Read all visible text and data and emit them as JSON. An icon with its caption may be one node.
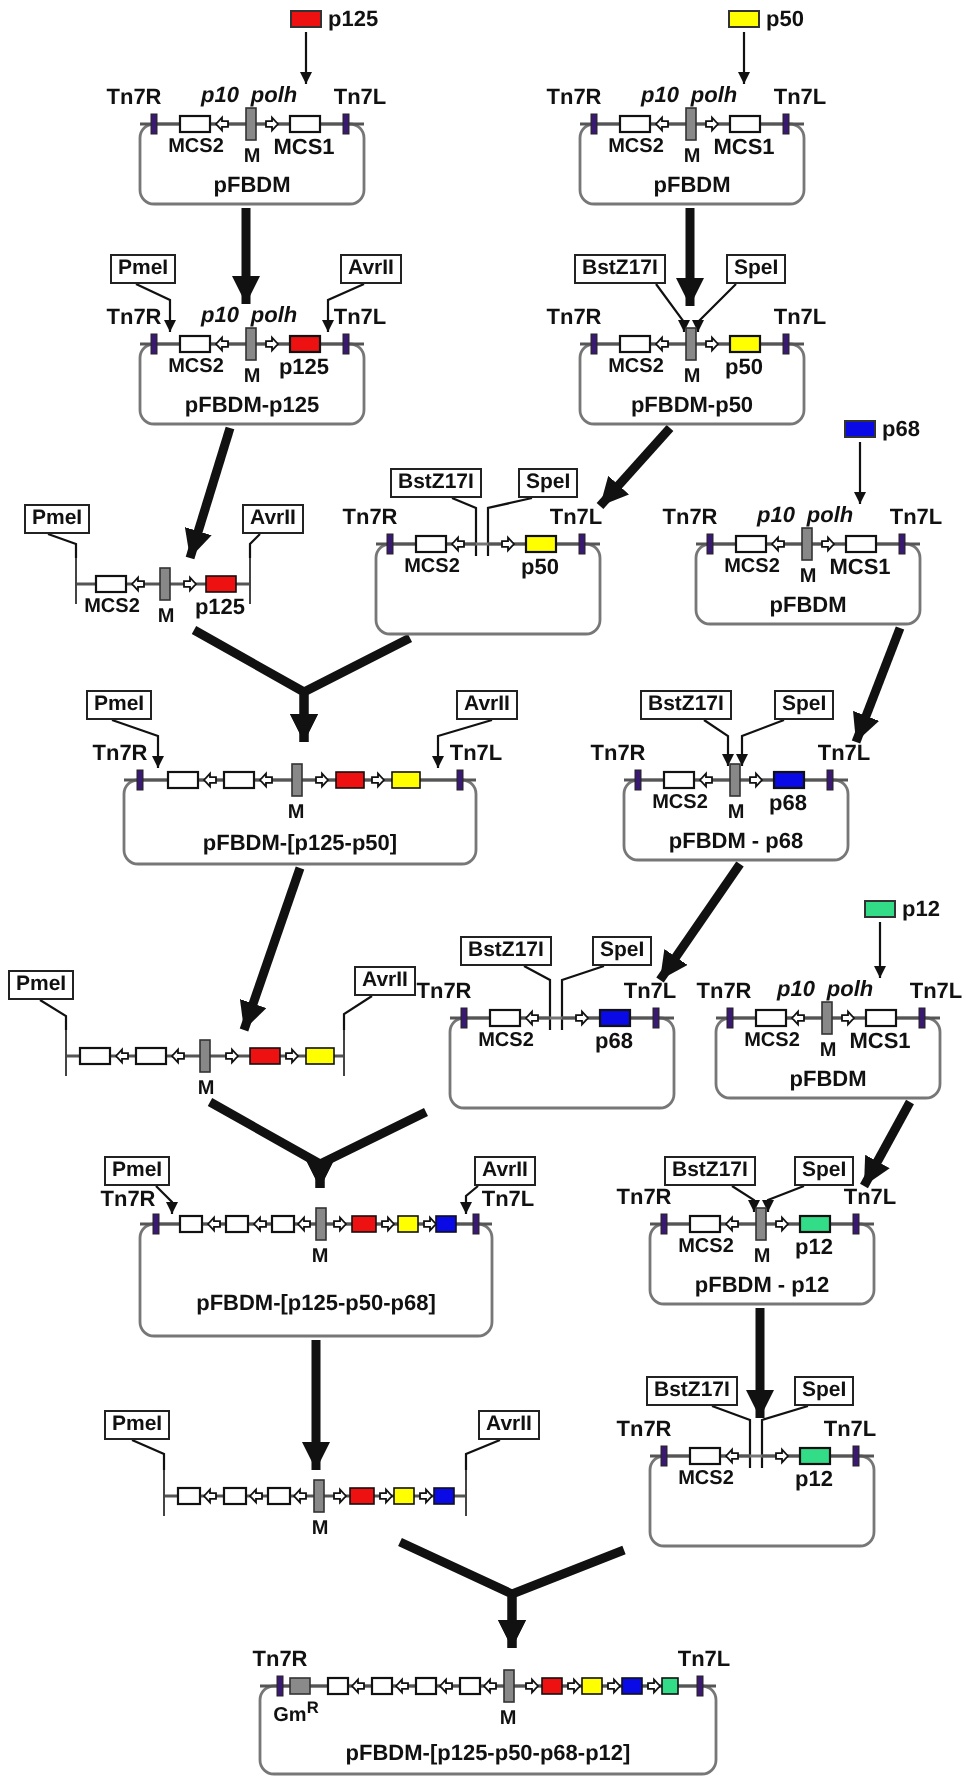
{
  "diagram": {
    "nodes": [
      {
        "text": [
          "p125"
        ]
      },
      {
        "text": [
          "p50"
        ]
      },
      {
        "text": [
          "Tn7R",
          "p10",
          "polh",
          "Tn7L",
          "MCS2",
          "M",
          "MCS1",
          "pFBDM"
        ]
      },
      {
        "text": [
          "Tn7R",
          "p10",
          "polh",
          "Tn7L",
          "MCS2",
          "M",
          "MCS1",
          "pFBDM"
        ]
      },
      {
        "text": [
          "PmeI"
        ]
      },
      {
        "text": [
          "AvrII"
        ]
      },
      {
        "text": [
          "BstZ17I"
        ]
      },
      {
        "text": [
          "SpeI"
        ]
      },
      {
        "text": [
          "Tn7R",
          "p10",
          "polh",
          "Tn7L",
          "MCS2",
          "M",
          "p125",
          "pFBDM-p125"
        ]
      },
      {
        "text": [
          "Tn7R",
          "Tn7L",
          "MCS2",
          "M",
          "p50",
          "pFBDM-p50"
        ]
      },
      {
        "text": [
          "p68"
        ]
      },
      {
        "text": [
          "PmeI"
        ]
      },
      {
        "text": [
          "AvrII"
        ]
      },
      {
        "text": [
          "MCS2",
          "M",
          "p125"
        ]
      },
      {
        "text": [
          "BstZ17I"
        ]
      },
      {
        "text": [
          "SpeI"
        ]
      },
      {
        "text": [
          "Tn7R",
          "Tn7L",
          "MCS2",
          "p50"
        ]
      },
      {
        "text": [
          "Tn7R",
          "p10",
          "polh",
          "Tn7L",
          "MCS2",
          "M",
          "MCS1",
          "pFBDM"
        ]
      },
      {
        "text": [
          "PmeI"
        ]
      },
      {
        "text": [
          "AvrII"
        ]
      },
      {
        "text": [
          "BstZ17I"
        ]
      },
      {
        "text": [
          "SpeI"
        ]
      },
      {
        "text": [
          "Tn7R",
          "Tn7L",
          "M",
          "pFBDM-[p125-p50]"
        ]
      },
      {
        "text": [
          "Tn7R",
          "Tn7L",
          "MCS2",
          "M",
          "p68",
          "pFBDM - p68"
        ]
      },
      {
        "text": [
          "PmeI"
        ]
      },
      {
        "text": [
          "AvrII"
        ]
      },
      {
        "text": [
          "M"
        ]
      },
      {
        "text": [
          "BstZ17I"
        ]
      },
      {
        "text": [
          "SpeI"
        ]
      },
      {
        "text": [
          "Tn7R",
          "Tn7L",
          "MCS2",
          "p68"
        ]
      },
      {
        "text": [
          "p12"
        ]
      },
      {
        "text": [
          "Tn7R",
          "p10",
          "polh",
          "Tn7L",
          "MCS2",
          "M",
          "MCS1",
          "pFBDM"
        ]
      },
      {
        "text": [
          "PmeI"
        ]
      },
      {
        "text": [
          "AvrII"
        ]
      },
      {
        "text": [
          "BstZ17I"
        ]
      },
      {
        "text": [
          "SpeI"
        ]
      },
      {
        "text": [
          "Tn7R",
          "Tn7L",
          "M",
          "pFBDM-[p125-p50-p68]"
        ]
      },
      {
        "text": [
          "Tn7R",
          "Tn7L",
          "MCS2",
          "M",
          "p12",
          "pFBDM - p12"
        ]
      },
      {
        "text": [
          "PmeI"
        ]
      },
      {
        "text": [
          "AvrII"
        ]
      },
      {
        "text": [
          "M"
        ]
      },
      {
        "text": [
          "BstZ17I"
        ]
      },
      {
        "text": [
          "SpeI"
        ]
      },
      {
        "text": [
          "Tn7R",
          "Tn7L",
          "MCS2",
          "p12"
        ]
      },
      {
        "text": [
          "Tn7R",
          "Tn7L",
          "Gm$^{R}$",
          "M",
          "pFBDM-[p125-p50-p68-p12]"
        ]
      }
    ],
    "edges": [
      {
        "from": 0,
        "to": 2,
        "arrow": "to"
      },
      {
        "from": 1,
        "to": 3,
        "arrow": "to"
      },
      {
        "from": 2,
        "to": 8,
        "arrow": "to",
        "style": "thick"
      },
      {
        "from": 3,
        "to": 9,
        "arrow": "to",
        "style": "thick"
      },
      {
        "from": 4,
        "to": 8,
        "arrow": "to"
      },
      {
        "from": 5,
        "to": 8,
        "arrow": "to"
      },
      {
        "from": 6,
        "to": 9,
        "arrow": "to"
      },
      {
        "from": 7,
        "to": 9,
        "arrow": "to"
      },
      {
        "from": 8,
        "to": 13,
        "arrow": "to",
        "style": "thick"
      },
      {
        "from": 9,
        "to": 16,
        "arrow": "to",
        "style": "thick"
      },
      {
        "from": 10,
        "to": 17,
        "arrow": "to"
      },
      {
        "from": 11,
        "to": 13,
        "arrow": "none"
      },
      {
        "from": 12,
        "to": 13,
        "arrow": "none"
      },
      {
        "from": 14,
        "to": 16,
        "arrow": "none"
      },
      {
        "from": 15,
        "to": 16,
        "arrow": "none"
      },
      {
        "from": 13,
        "to": 22,
        "arrow": "to",
        "style": "thick"
      },
      {
        "from": 16,
        "to": 22,
        "arrow": "to",
        "style": "thick"
      },
      {
        "from": 17,
        "to": 23,
        "arrow": "to",
        "style": "thick"
      },
      {
        "from": 18,
        "to": 22,
        "arrow": "to"
      },
      {
        "from": 19,
        "to": 22,
        "arrow": "to"
      },
      {
        "from": 20,
        "to": 23,
        "arrow": "to"
      },
      {
        "from": 21,
        "to": 23,
        "arrow": "to"
      },
      {
        "from": 22,
        "to": 26,
        "arrow": "to",
        "style": "thick"
      },
      {
        "from": 23,
        "to": 29,
        "arrow": "to",
        "style": "thick"
      },
      {
        "from": 30,
        "to": 31,
        "arrow": "to"
      },
      {
        "from": 24,
        "to": 26,
        "arrow": "none"
      },
      {
        "from": 25,
        "to": 26,
        "arrow": "none"
      },
      {
        "from": 27,
        "to": 29,
        "arrow": "none"
      },
      {
        "from": 28,
        "to": 29,
        "arrow": "none"
      },
      {
        "from": 26,
        "to": 36,
        "arrow": "to",
        "style": "thick"
      },
      {
        "from": 29,
        "to": 36,
        "arrow": "to",
        "style": "thick"
      },
      {
        "from": 31,
        "to": 37,
        "arrow": "to",
        "style": "thick"
      },
      {
        "from": 32,
        "to": 36,
        "arrow": "to"
      },
      {
        "from": 33,
        "to": 36,
        "arrow": "to"
      },
      {
        "from": 34,
        "to": 37,
        "arrow": "to"
      },
      {
        "from": 35,
        "to": 37,
        "arrow": "to"
      },
      {
        "from": 36,
        "to": 40,
        "arrow": "to",
        "style": "thick"
      },
      {
        "from": 37,
        "to": 43,
        "arrow": "to",
        "style": "thick"
      },
      {
        "from": 38,
        "to": 40,
        "arrow": "none"
      },
      {
        "from": 39,
        "to": 40,
        "arrow": "none"
      },
      {
        "from": 41,
        "to": 43,
        "arrow": "none"
      },
      {
        "from": 42,
        "to": 43,
        "arrow": "none"
      },
      {
        "from": 40,
        "to": 44,
        "arrow": "to",
        "style": "thick"
      },
      {
        "from": 43,
        "to": 44,
        "arrow": "to",
        "style": "thick"
      }
    ]
  }
}
